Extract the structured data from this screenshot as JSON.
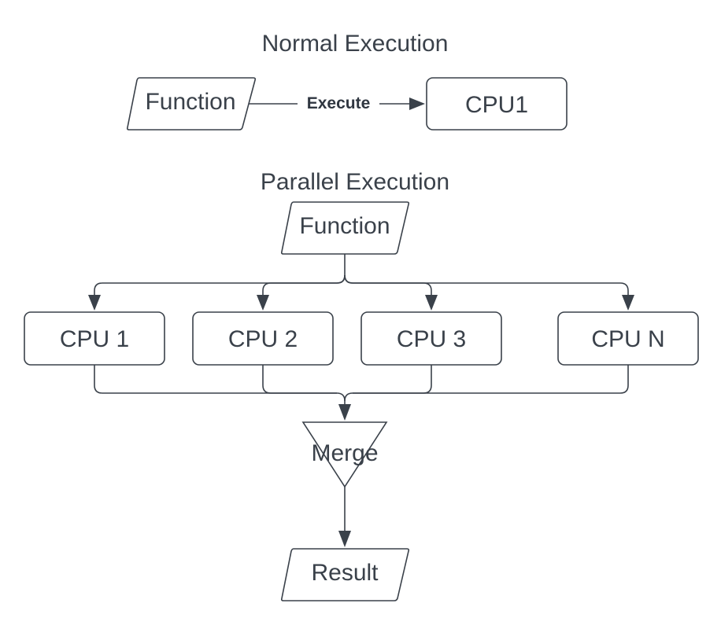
{
  "normal": {
    "title": "Normal Execution",
    "function_label": "Function",
    "edge_label": "Execute",
    "cpu_label": "CPU1"
  },
  "parallel": {
    "title": "Parallel Execution",
    "function_label": "Function",
    "cpus": [
      "CPU 1",
      "CPU 2",
      "CPU 3",
      "CPU N"
    ],
    "merge_label": "Merge",
    "result_label": "Result"
  },
  "colors": {
    "stroke": "#3a414a",
    "background": "#ffffff"
  }
}
